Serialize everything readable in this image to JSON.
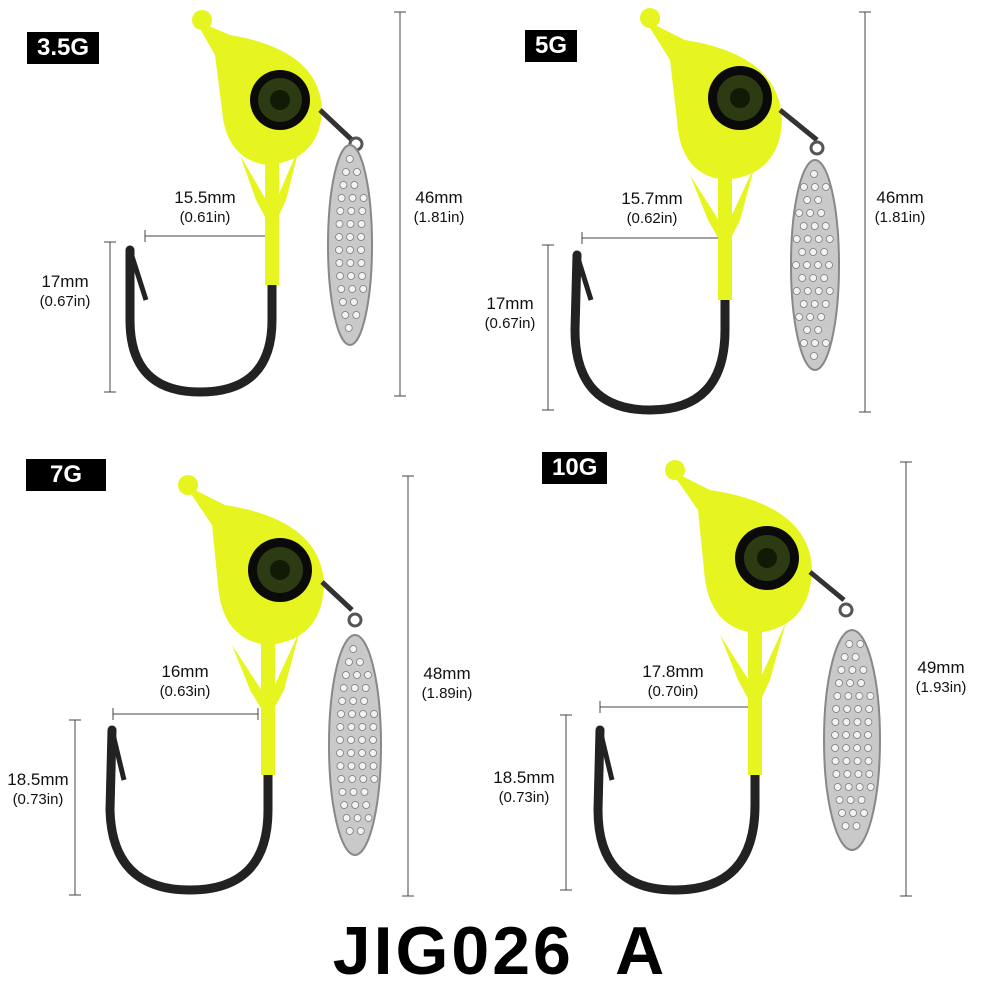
{
  "colors": {
    "jig_head": "#e6f51f",
    "hook": "#222222",
    "blade": "#c9c9c9",
    "eye": "#2d3b12"
  },
  "panels": [
    {
      "weight": "3.5G",
      "width_mm": "15.5mm",
      "width_in": "(0.61in)",
      "gap_mm": "17mm",
      "gap_in": "(0.67in)",
      "length_mm": "46mm",
      "length_in": "(1.81in)"
    },
    {
      "weight": "5G",
      "width_mm": "15.7mm",
      "width_in": "(0.62in)",
      "gap_mm": "17mm",
      "gap_in": "(0.67in)",
      "length_mm": "46mm",
      "length_in": "(1.81in)"
    },
    {
      "weight": "7G",
      "width_mm": "16mm",
      "width_in": "(0.63in)",
      "gap_mm": "18.5mm",
      "gap_in": "(0.73in)",
      "length_mm": "48mm",
      "length_in": "(1.89in)"
    },
    {
      "weight": "10G",
      "width_mm": "17.8mm",
      "width_in": "(0.70in)",
      "gap_mm": "18.5mm",
      "gap_in": "(0.73in)",
      "length_mm": "49mm",
      "length_in": "(1.93in)"
    }
  ],
  "title": "JIG026  A"
}
